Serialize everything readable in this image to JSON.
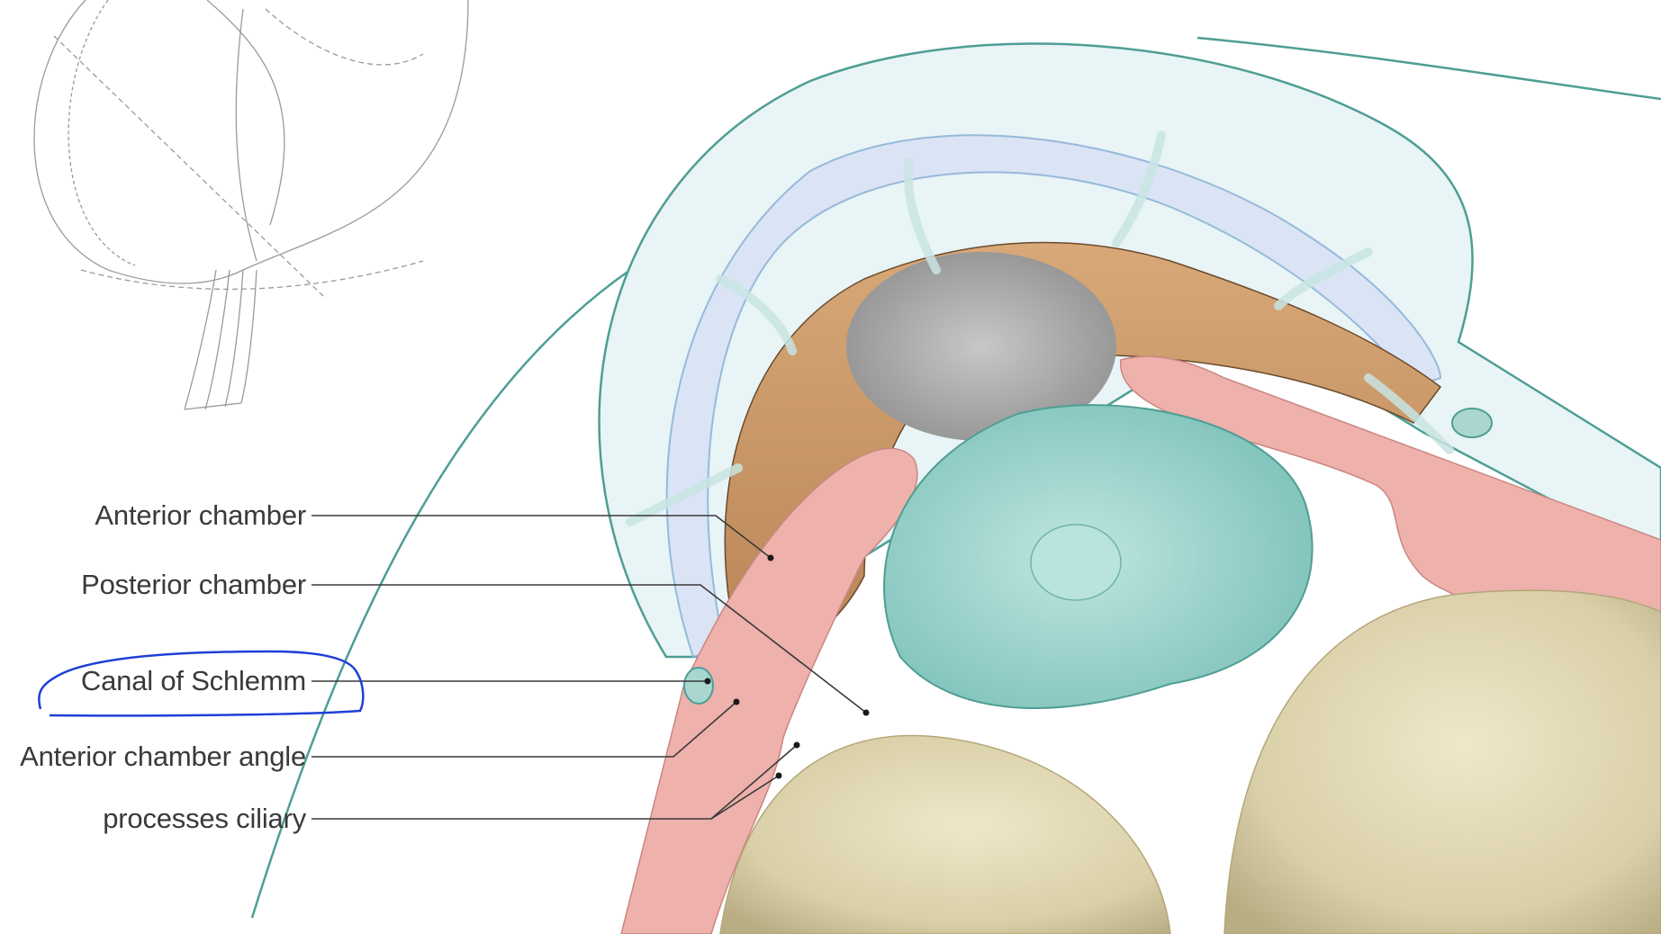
{
  "diagram": {
    "labels": [
      {
        "id": "anterior-chamber",
        "text": "Anterior chamber"
      },
      {
        "id": "posterior-chamber",
        "text": "Posterior chamber"
      },
      {
        "id": "canal-of-schlemm",
        "text": "Canal of Schlemm",
        "highlighted": true
      },
      {
        "id": "anterior-chamber-angle",
        "text": "Anterior chamber angle"
      },
      {
        "id": "processes-ciliary",
        "text": "processes ciliary"
      }
    ],
    "highlight_color": "#1f3fd6",
    "colors": {
      "iris": "#c8976a",
      "ciliary_body": "#e8a9a4",
      "lens": "#8fcfc8",
      "cornea_outline": "#4e9e94",
      "vitreous": "#d8cfa9",
      "leader_line": "#3a3a3a"
    }
  }
}
